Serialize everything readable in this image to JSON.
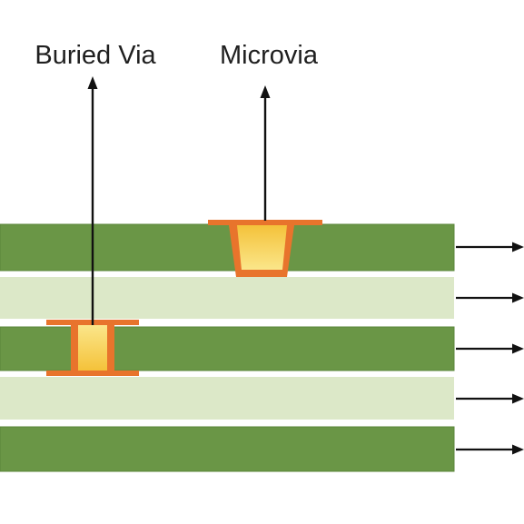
{
  "labels": {
    "buried_via": "Buried Via",
    "microvia": "Microvia"
  },
  "colors": {
    "background": "#ffffff",
    "dark_layer": "#6a9646",
    "dark_layer_edge": "#5a8539",
    "light_layer": "#dce8c8",
    "copper": "#e8742c",
    "via_fill_top": "#fbe68a",
    "via_fill_bottom": "#f4c23a",
    "arrow": "#111111"
  },
  "layers": [
    {
      "kind": "dark"
    },
    {
      "kind": "light"
    },
    {
      "kind": "dark"
    },
    {
      "kind": "light"
    },
    {
      "kind": "dark"
    }
  ]
}
